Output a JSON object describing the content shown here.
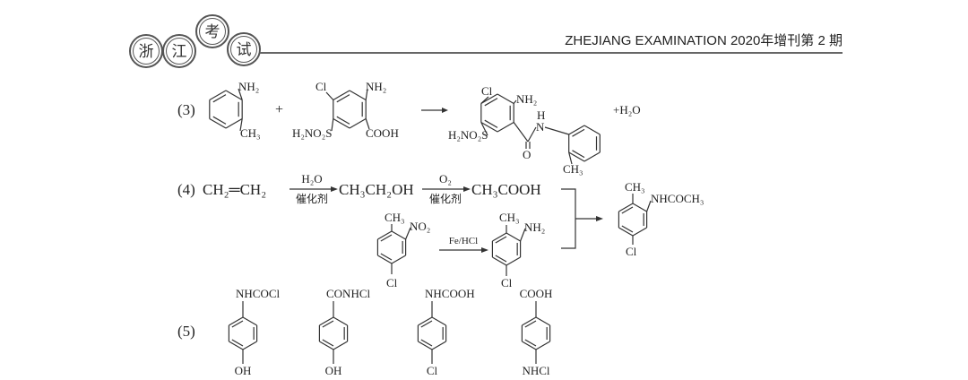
{
  "header": {
    "seal_chars": [
      "浙",
      "江",
      "考",
      "试"
    ],
    "title": "ZHEJIANG EXAMINATION 2020年增刊第 2 期"
  },
  "q3": {
    "label": "(3)",
    "r1": {
      "top": "NH₂",
      "bottom": "CH₃"
    },
    "plus": "+",
    "r2": {
      "cl": "Cl",
      "nh2": "NH₂",
      "sulfonyl": "H₂NO₂S",
      "cooh": "COOH"
    },
    "product": {
      "cl": "Cl",
      "nh2": "NH₂",
      "sulfonyl": "H₂NO₂S",
      "h": "H",
      "n": "N",
      "o": "O",
      "ch3": "CH₃"
    },
    "byproduct": "+H₂O"
  },
  "q4": {
    "label": "(4)",
    "ethene": "CH₂═CH₂",
    "step1_above": "H₂O",
    "step1_below": "催化剂",
    "ethanol": "CH₃CH₂OH",
    "step2_above": "O₂",
    "step2_below": "催化剂",
    "acetic": "CH₃COOH",
    "nitro": {
      "ch3": "CH₃",
      "no2": "NO₂",
      "cl": "Cl"
    },
    "step3_above": "Fe/HCl",
    "amine": {
      "ch3": "CH₃",
      "nh2": "NH₂",
      "cl": "Cl"
    },
    "product": {
      "ch3": "CH₃",
      "sub": "NHCOCH₃",
      "cl": "Cl"
    }
  },
  "q5": {
    "label": "(5)",
    "items": [
      {
        "top": "NHCOCl",
        "bottom": "OH"
      },
      {
        "top": "CONHCl",
        "bottom": "OH"
      },
      {
        "top": "NHCOOH",
        "bottom": "Cl"
      },
      {
        "top": "COOH",
        "bottom": "NHCl"
      }
    ]
  }
}
